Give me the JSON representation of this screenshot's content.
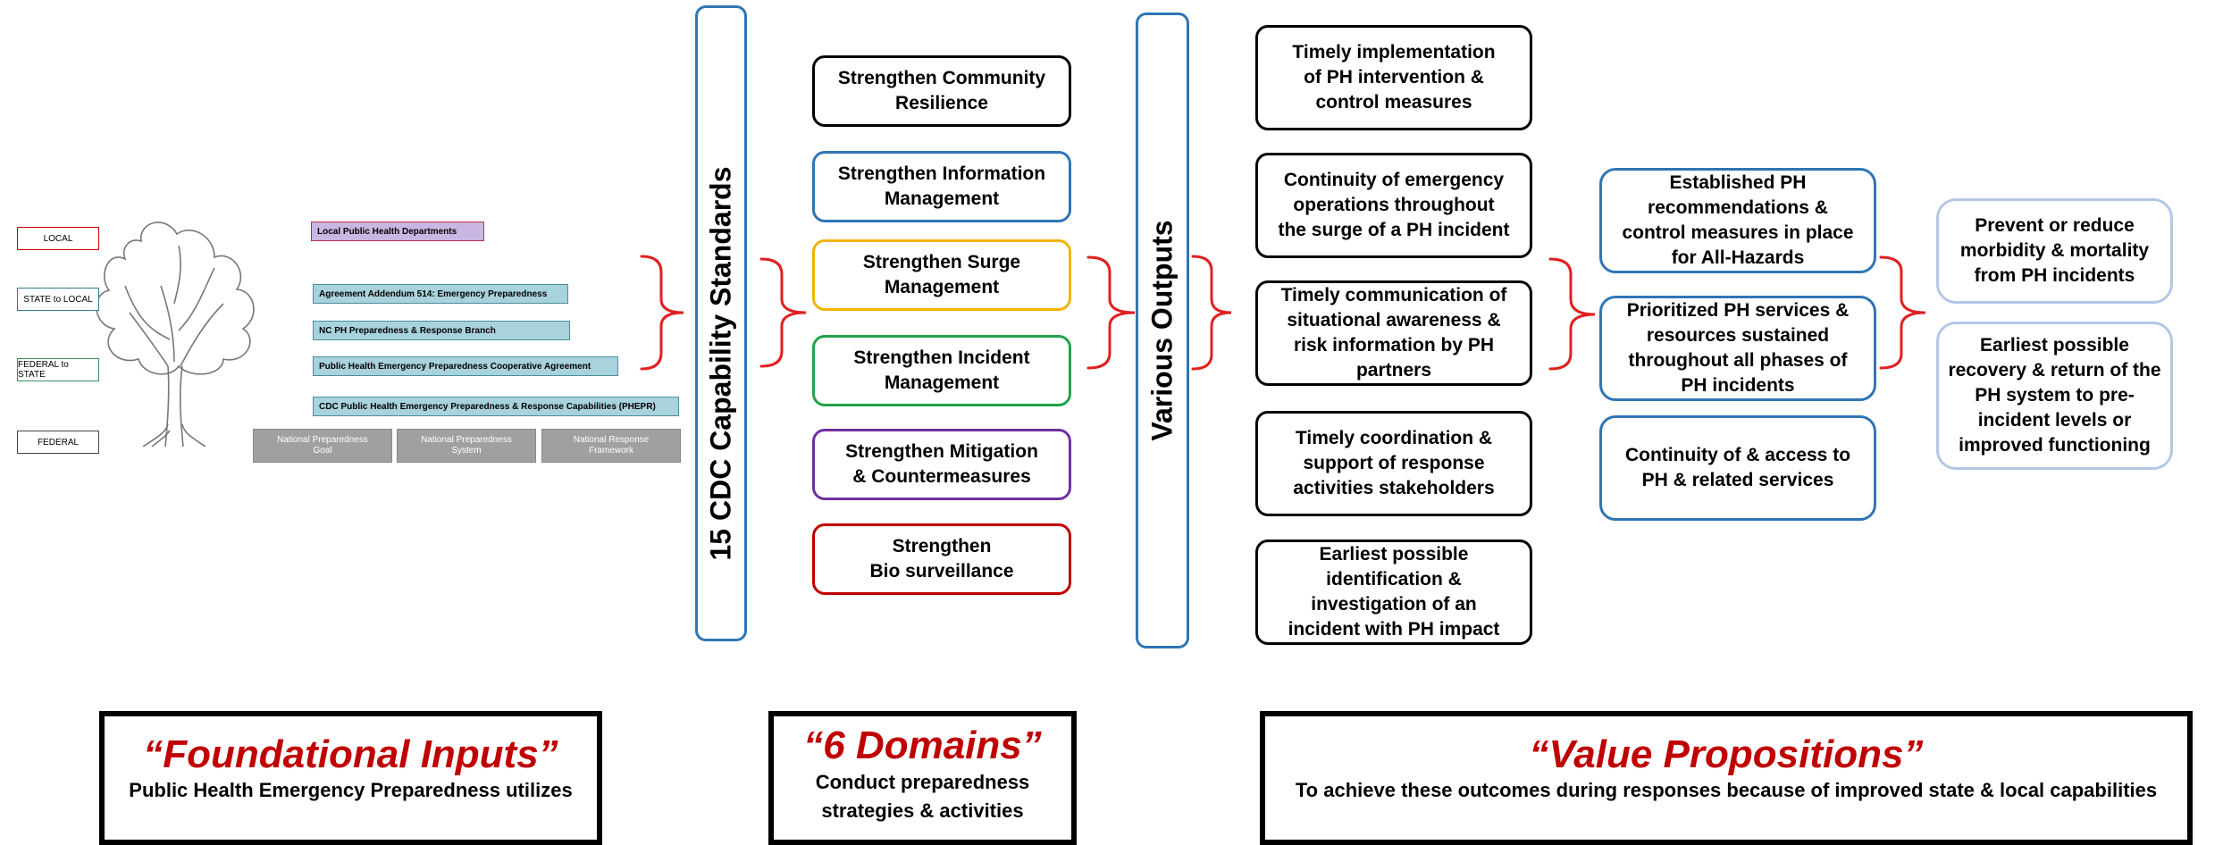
{
  "colors": {
    "brace": "#e02020",
    "standards_bar": "#2e75b6",
    "outputs_bar": "#2e75b6",
    "title_red": "#c00000",
    "input_fill": "#a8d2dc",
    "grey_fill": "#a0a0a0"
  },
  "levels": [
    {
      "label": "LOCAL",
      "color": "#cc0000"
    },
    {
      "label": "STATE to  LOCAL",
      "color": "#2e7d8c"
    },
    {
      "label": "FEDERAL to  STATE",
      "color": "#3a8f5a"
    },
    {
      "label": "FEDERAL",
      "color": "#444444"
    }
  ],
  "inputs": [
    {
      "label": "Local Public Health Departments",
      "border": "#c0304a",
      "fill": "#c9b6e2"
    },
    {
      "label": "Agreement Addendum 514: Emergency Preparedness",
      "border": "#4a8fa0",
      "fill": "#a8d2dc"
    },
    {
      "label": "NC PH Preparedness & Response Branch",
      "border": "#4a8fa0",
      "fill": "#a8d2dc"
    },
    {
      "label": "Public Health Emergency Preparedness Cooperative Agreement",
      "border": "#4a8fa0",
      "fill": "#a8d2dc"
    },
    {
      "label": "CDC Public Health Emergency Preparedness & Response Capabilities (PHEPR)",
      "border": "#4a8fa0",
      "fill": "#a8d2dc"
    }
  ],
  "national": [
    {
      "line1": "National Preparedness",
      "line2": "Goal"
    },
    {
      "line1": "National Preparedness",
      "line2": "System"
    },
    {
      "line1": "National Response",
      "line2": "Framework"
    }
  ],
  "standards_label": "15 CDC Capability Standards",
  "domains": [
    {
      "line1": "Strengthen Community",
      "line2": "Resilience",
      "color": "#000000"
    },
    {
      "line1": "Strengthen Information",
      "line2": "Management",
      "color": "#2e75b6"
    },
    {
      "line1": "Strengthen Surge",
      "line2": "Management",
      "color": "#f0b400"
    },
    {
      "line1": "Strengthen Incident",
      "line2": "Management",
      "color": "#21a34a"
    },
    {
      "line1": "Strengthen Mitigation",
      "line2": "& Countermeasures",
      "color": "#7030a0"
    },
    {
      "line1": "Strengthen",
      "line2": "Bio surveillance",
      "color": "#c00000"
    }
  ],
  "outputs_label": "Various Outputs",
  "outputs": [
    {
      "lines": [
        "Timely implementation",
        "of PH intervention &",
        "control measures"
      ]
    },
    {
      "lines": [
        "Continuity of emergency",
        "operations throughout",
        "the surge of a PH incident"
      ]
    },
    {
      "lines": [
        "Timely communication of",
        "situational awareness &",
        "risk information by PH",
        "partners"
      ]
    },
    {
      "lines": [
        "Timely coordination &",
        "support of response",
        "activities stakeholders"
      ]
    },
    {
      "lines": [
        "Earliest possible",
        "identification &",
        "investigation of an",
        "incident with PH impact"
      ]
    }
  ],
  "outcomes": [
    {
      "lines": [
        "Established PH",
        "recommendations &",
        "control measures in place",
        "for All-Hazards"
      ]
    },
    {
      "lines": [
        "Prioritized PH services &",
        "resources sustained",
        "throughout all phases of",
        "PH incidents"
      ]
    },
    {
      "lines": [
        "Continuity of & access to",
        "PH & related services"
      ]
    }
  ],
  "impacts": [
    {
      "lines": [
        "Prevent or reduce",
        "morbidity & mortality",
        "from PH incidents"
      ]
    },
    {
      "lines": [
        "Earliest possible",
        "recovery & return of the",
        "PH system to pre-",
        "incident levels or",
        "improved functioning"
      ]
    }
  ],
  "bottom": {
    "foundational": {
      "title": "“Foundational Inputs”",
      "subtitle": "Public Health Emergency Preparedness utilizes"
    },
    "domains": {
      "title": "“6 Domains”",
      "line1": "Conduct preparedness",
      "line2": "strategies & activities"
    },
    "value": {
      "title": "“Value Propositions”",
      "subtitle": "To achieve these outcomes during responses because of improved state & local capabilities"
    }
  }
}
